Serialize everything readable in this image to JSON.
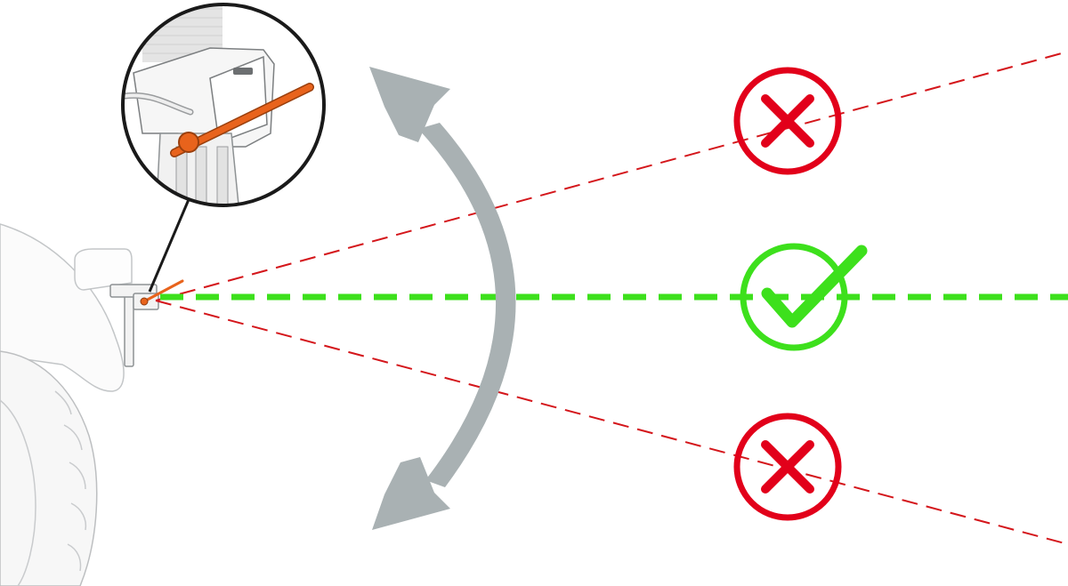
{
  "diagram": {
    "description_labels": [],
    "colors": {
      "background": "#ffffff",
      "correct_line": "#3de01c",
      "wrong_line": "#d4161b",
      "wrong_symbol": "#e2001a",
      "correct_symbol": "#3de01c",
      "rotation_arrow": "#a9b1b3",
      "sensor_pointer": "#e8631c",
      "outline": "#1a1a1a",
      "vehicle_fill": "#fbfbfb",
      "vehicle_stroke": "#b9bcbe"
    },
    "icons": {
      "upper_line_status": "cross-icon",
      "center_line_status": "check-icon",
      "lower_line_status": "cross-icon",
      "adjust": "double-headed-curved-arrow-icon"
    },
    "alignment": {
      "upper_line": "incorrect",
      "center_line": "correct",
      "lower_line": "incorrect"
    }
  }
}
